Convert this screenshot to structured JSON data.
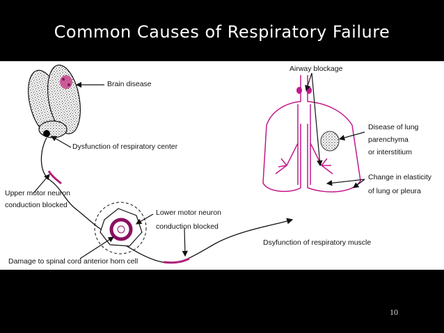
{
  "slide": {
    "title": "Common Causes of Respiratory Failure",
    "page_number": "10"
  },
  "labels": {
    "brain_disease": "Brain disease",
    "respiratory_center": "Dysfunction of respiratory center",
    "upper_motor_1": "Upper motor neuron",
    "upper_motor_2": "conduction blocked",
    "lower_motor_1": "Lower motor neuron",
    "lower_motor_2": "conduction blocked",
    "spinal_cord": "Damage to spinal cord anterior horn cell",
    "airway": "Airway blockage",
    "lung_disease_1": "Disease of lung",
    "lung_disease_2": "parenchyma",
    "lung_disease_3": "or interstitium",
    "elasticity_1": "Change in elasticity",
    "elasticity_2": "of lung or pleura",
    "muscle": "Dsyfunction of respiratory muscle"
  },
  "colors": {
    "background": "#000000",
    "figure_background": "#ffffff",
    "lesion": "#b0207a",
    "lung_outline": "#c2188b",
    "line": "#111111"
  }
}
